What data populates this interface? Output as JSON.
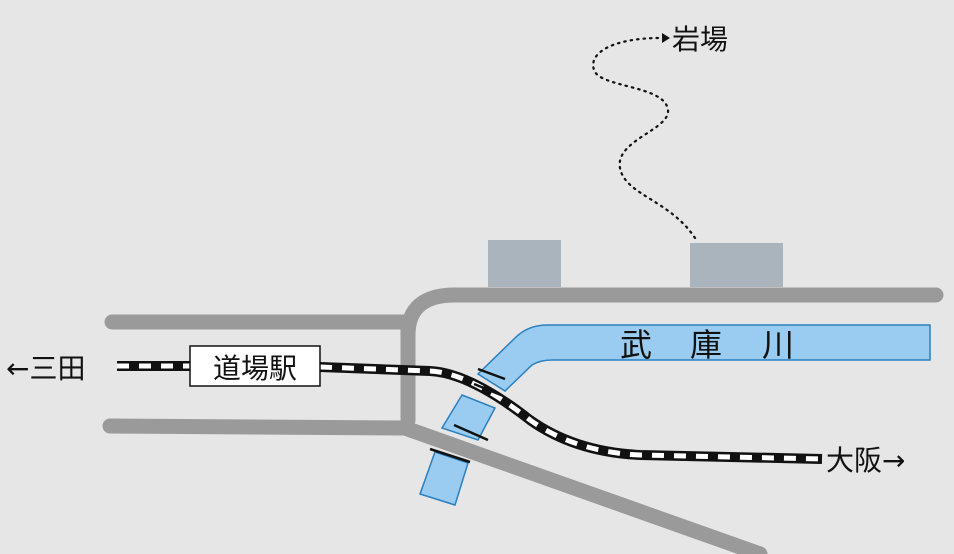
{
  "map": {
    "destination_north": "岩場",
    "west_label": "←三田",
    "east_label": "大阪→",
    "station_name": "道場駅",
    "river": {
      "chars": [
        "武",
        "庫",
        "川"
      ]
    }
  },
  "colors": {
    "background": "#e6e6e6",
    "road": "#9a9a9a",
    "river": "#99ccf0",
    "building": "#a9b4bd",
    "rail": "#111111"
  }
}
